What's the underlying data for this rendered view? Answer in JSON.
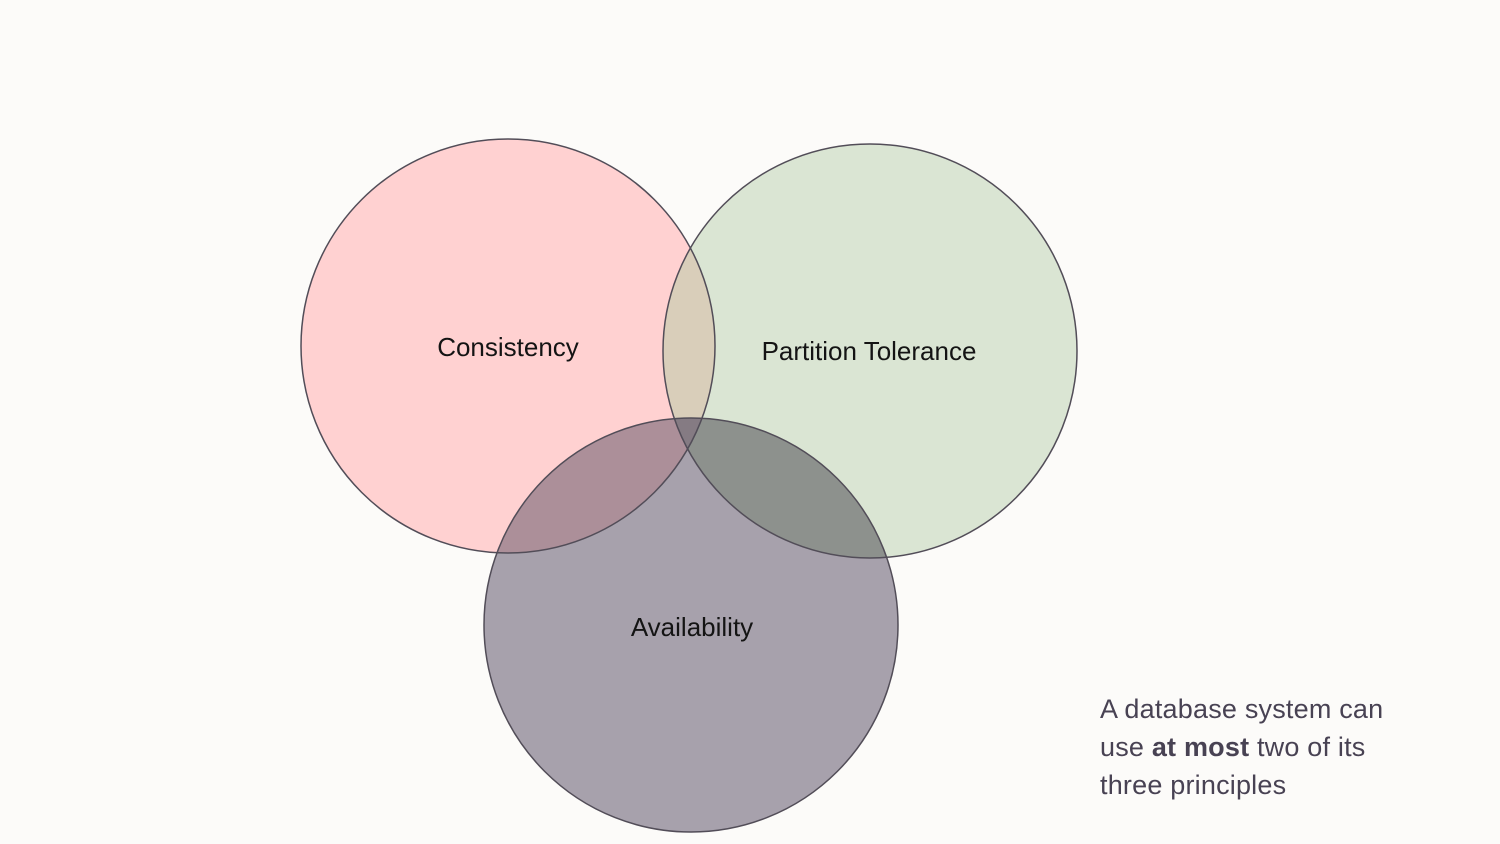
{
  "page": {
    "background": "#FCFBF9"
  },
  "venn": {
    "description": "CAP theorem Venn diagram",
    "stroke_color": "#524D58",
    "label_color": "#141414",
    "sets": [
      {
        "name": "consistency",
        "label": "Consistency",
        "fill": "#FFD1D1"
      },
      {
        "name": "partition-tolerance",
        "label": "Partition Tolerance",
        "fill": "#DAE5D3"
      },
      {
        "name": "availability",
        "label": "Availability",
        "fill": "#A7A1AC"
      }
    ],
    "overlap_fills": {
      "consistency_partition": "#D9CEBA",
      "consistency_availability": "#AC8F99",
      "partition_availability": "#8D918D",
      "center": "#857B83"
    }
  },
  "caption": {
    "color": "#484253",
    "lines": [
      {
        "text": "A database system can"
      },
      {
        "pre": "use ",
        "bold": "at most",
        "post": " two of its"
      },
      {
        "text": "three principles"
      }
    ]
  }
}
